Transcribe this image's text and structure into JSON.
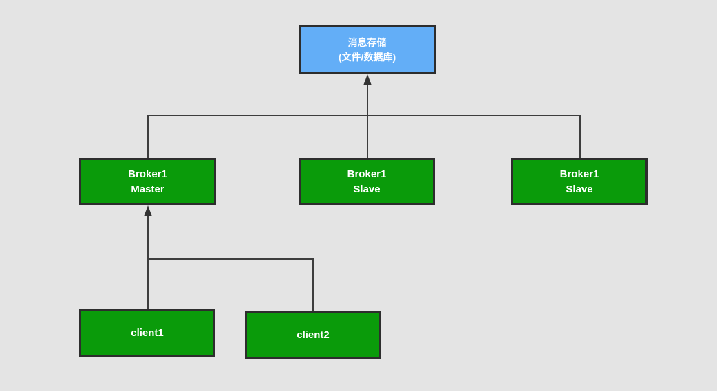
{
  "diagram": {
    "title": "RocketMQ broker / message store topology",
    "colors": {
      "background": "#e4e4e4",
      "store_fill": "#63aef7",
      "node_fill": "#0a9b0a",
      "border": "#2d2d2d",
      "line": "#3d3d3d",
      "text": "#ffffff"
    },
    "nodes": {
      "message_store": {
        "line1": "消息存储",
        "line2": "(文件/数据库)"
      },
      "broker_master": {
        "line1": "Broker1",
        "line2": "Master"
      },
      "broker_slave_mid": {
        "line1": "Broker1",
        "line2": "Slave"
      },
      "broker_slave_right": {
        "line1": "Broker1",
        "line2": "Slave"
      },
      "client1": {
        "label": "client1"
      },
      "client2": {
        "label": "client2"
      }
    },
    "edges": [
      {
        "from": "broker_master",
        "to": "message_store",
        "via": "shared horizontal bus",
        "arrow": "into message_store bottom"
      },
      {
        "from": "broker_slave_mid",
        "to": "message_store",
        "via": "shared horizontal bus",
        "arrow": "into message_store bottom"
      },
      {
        "from": "broker_slave_right",
        "to": "message_store",
        "via": "shared horizontal bus",
        "arrow": "into message_store bottom"
      },
      {
        "from": "client1",
        "to": "broker_master",
        "arrow": "into broker_master bottom"
      },
      {
        "from": "client2",
        "to": "broker_master",
        "via": "elbow joining client1 line",
        "arrow": "into broker_master bottom"
      }
    ]
  }
}
